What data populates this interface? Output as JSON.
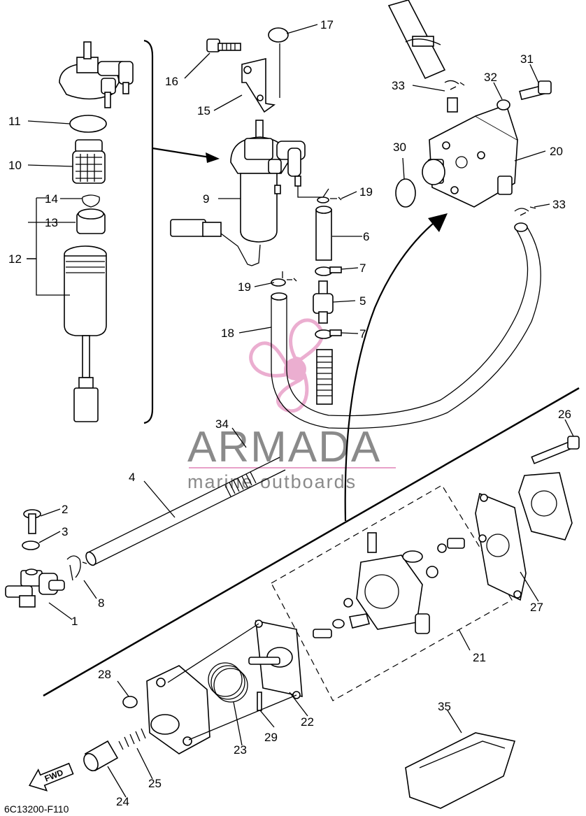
{
  "callouts": [
    "1",
    "2",
    "3",
    "4",
    "5",
    "6",
    "7",
    "7",
    "8",
    "9",
    "10",
    "11",
    "12",
    "13",
    "14",
    "15",
    "16",
    "17",
    "18",
    "19",
    "19",
    "20",
    "21",
    "22",
    "23",
    "24",
    "25",
    "26",
    "27",
    "28",
    "29",
    "30",
    "31",
    "32",
    "33",
    "33",
    "34",
    "35"
  ],
  "watermark": {
    "brand": "ARMADA",
    "tagline": "marine outboards",
    "color": "#e8a0c8"
  },
  "direction_label": "FWD",
  "diagram_code": "6C13200-F110"
}
